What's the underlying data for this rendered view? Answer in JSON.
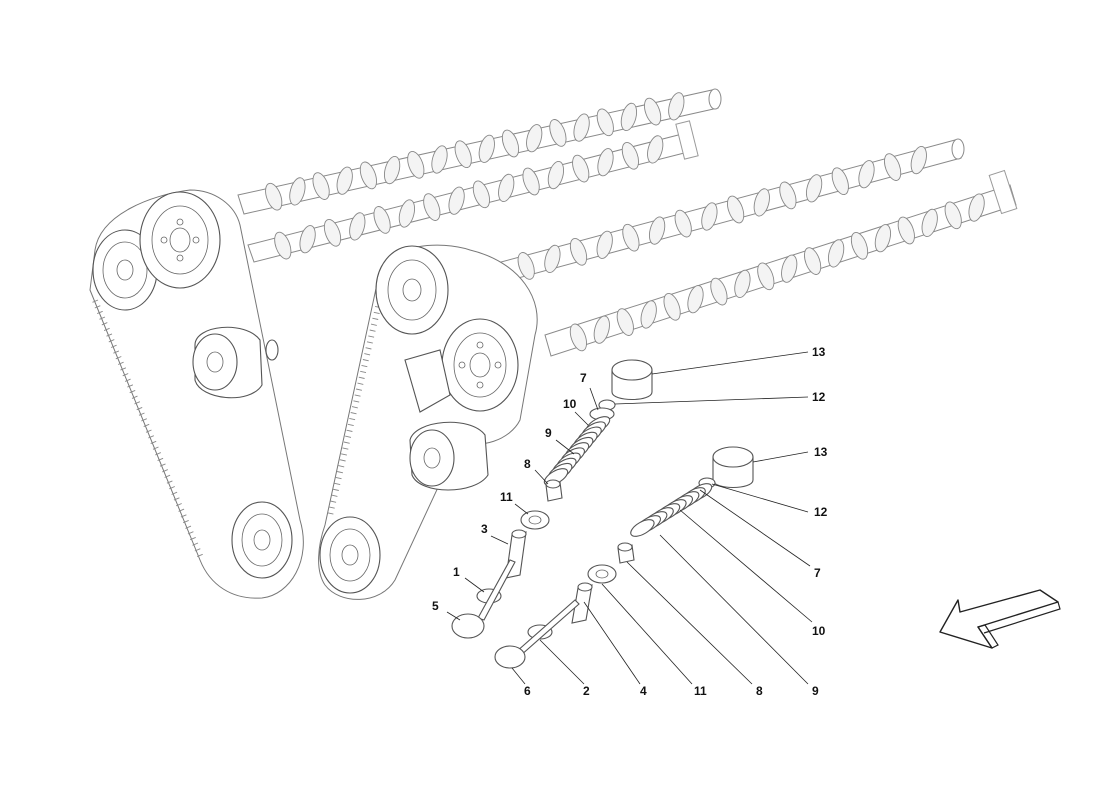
{
  "diagram": {
    "callouts": [
      {
        "id": "c13a",
        "text": "13"
      },
      {
        "id": "c12a",
        "text": "12"
      },
      {
        "id": "c7a",
        "text": "7"
      },
      {
        "id": "c10a",
        "text": "10"
      },
      {
        "id": "c9a",
        "text": "9"
      },
      {
        "id": "c8a",
        "text": "8"
      },
      {
        "id": "c11a",
        "text": "11"
      },
      {
        "id": "c3",
        "text": "3"
      },
      {
        "id": "c1",
        "text": "1"
      },
      {
        "id": "c5",
        "text": "5"
      },
      {
        "id": "c13b",
        "text": "13"
      },
      {
        "id": "c12b",
        "text": "12"
      },
      {
        "id": "c7b",
        "text": "7"
      },
      {
        "id": "c10b",
        "text": "10"
      },
      {
        "id": "c9b",
        "text": "9"
      },
      {
        "id": "c8b",
        "text": "8"
      },
      {
        "id": "c11b",
        "text": "11"
      },
      {
        "id": "c4",
        "text": "4"
      },
      {
        "id": "c2",
        "text": "2"
      },
      {
        "id": "c6",
        "text": "6"
      }
    ],
    "direction_arrow": "front-direction-arrow",
    "colors": {
      "line": "#555555",
      "background": "#ffffff",
      "label": "#111111"
    }
  }
}
